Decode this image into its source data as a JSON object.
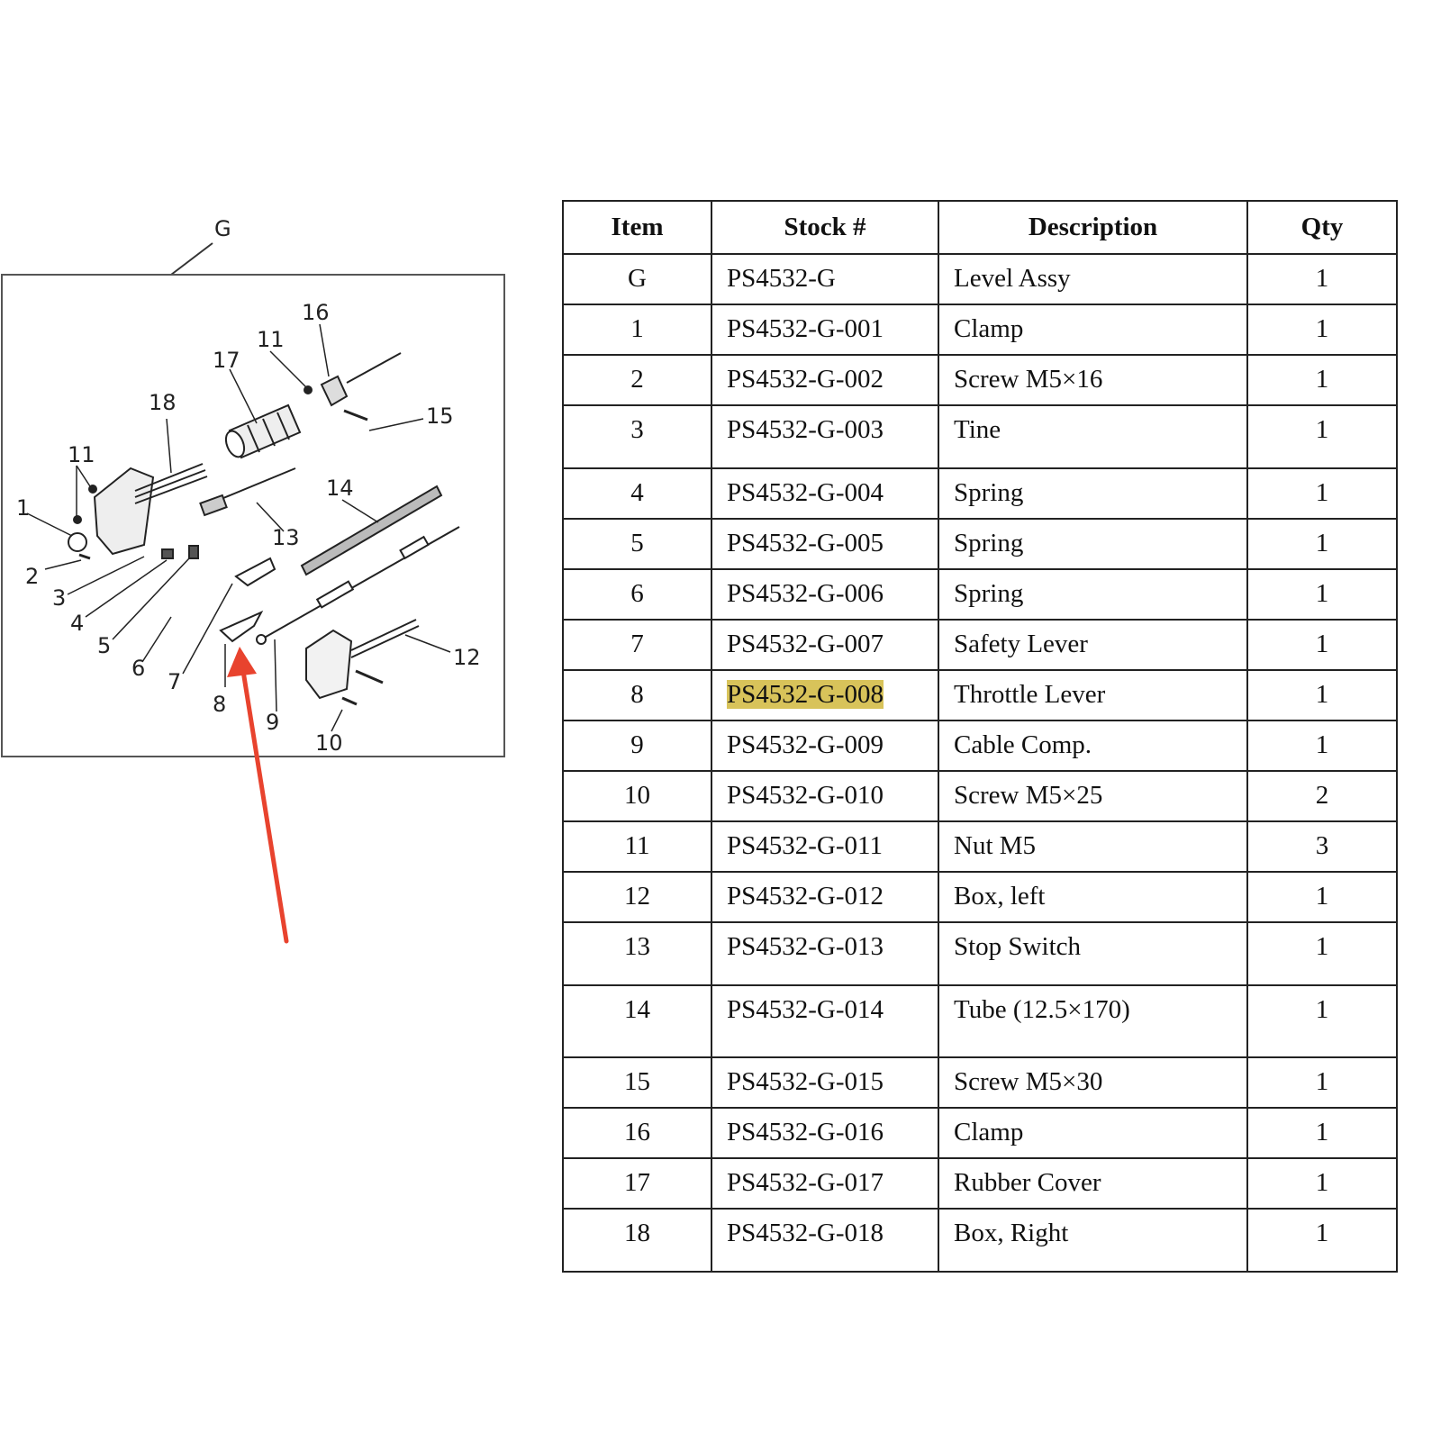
{
  "diagram": {
    "assembly_label": "G",
    "callouts": [
      "1",
      "2",
      "3",
      "4",
      "5",
      "6",
      "7",
      "8",
      "9",
      "10",
      "11",
      "11",
      "12",
      "13",
      "14",
      "15",
      "16",
      "17",
      "18"
    ],
    "arrow_color": "#e8432e",
    "arrow_target": "8"
  },
  "table": {
    "headers": {
      "item": "Item",
      "stock": "Stock #",
      "description": "Description",
      "qty": "Qty"
    },
    "highlight_color": "#d8c35a",
    "rows": [
      {
        "item": "G",
        "stock": "PS4532-G",
        "description": "Level Assy",
        "qty": "1"
      },
      {
        "item": "1",
        "stock": "PS4532-G-001",
        "description": "Clamp",
        "qty": "1"
      },
      {
        "item": "2",
        "stock": "PS4532-G-002",
        "description": "Screw M5×16",
        "qty": "1"
      },
      {
        "item": "3",
        "stock": "PS4532-G-003",
        "description": "Tine",
        "qty": "1"
      },
      {
        "item": "4",
        "stock": "PS4532-G-004",
        "description": "Spring",
        "qty": "1"
      },
      {
        "item": "5",
        "stock": "PS4532-G-005",
        "description": "Spring",
        "qty": "1"
      },
      {
        "item": "6",
        "stock": "PS4532-G-006",
        "description": "Spring",
        "qty": "1"
      },
      {
        "item": "7",
        "stock": "PS4532-G-007",
        "description": "Safety Lever",
        "qty": "1"
      },
      {
        "item": "8",
        "stock": "PS4532-G-008",
        "description": "Throttle Lever",
        "qty": "1",
        "highlighted": true
      },
      {
        "item": "9",
        "stock": "PS4532-G-009",
        "description": "Cable Comp.",
        "qty": "1"
      },
      {
        "item": "10",
        "stock": "PS4532-G-010",
        "description": "Screw M5×25",
        "qty": "2"
      },
      {
        "item": "11",
        "stock": "PS4532-G-011",
        "description": "Nut M5",
        "qty": "3"
      },
      {
        "item": "12",
        "stock": "PS4532-G-012",
        "description": "Box, left",
        "qty": "1"
      },
      {
        "item": "13",
        "stock": "PS4532-G-013",
        "description": "Stop Switch",
        "qty": "1"
      },
      {
        "item": "14",
        "stock": "PS4532-G-014",
        "description": "Tube (12.5×170)",
        "qty": "1"
      },
      {
        "item": "15",
        "stock": "PS4532-G-015",
        "description": "Screw M5×30",
        "qty": "1"
      },
      {
        "item": "16",
        "stock": "PS4532-G-016",
        "description": "Clamp",
        "qty": "1"
      },
      {
        "item": "17",
        "stock": "PS4532-G-017",
        "description": "Rubber Cover",
        "qty": "1"
      },
      {
        "item": "18",
        "stock": "PS4532-G-018",
        "description": "Box, Right",
        "qty": "1"
      }
    ]
  }
}
